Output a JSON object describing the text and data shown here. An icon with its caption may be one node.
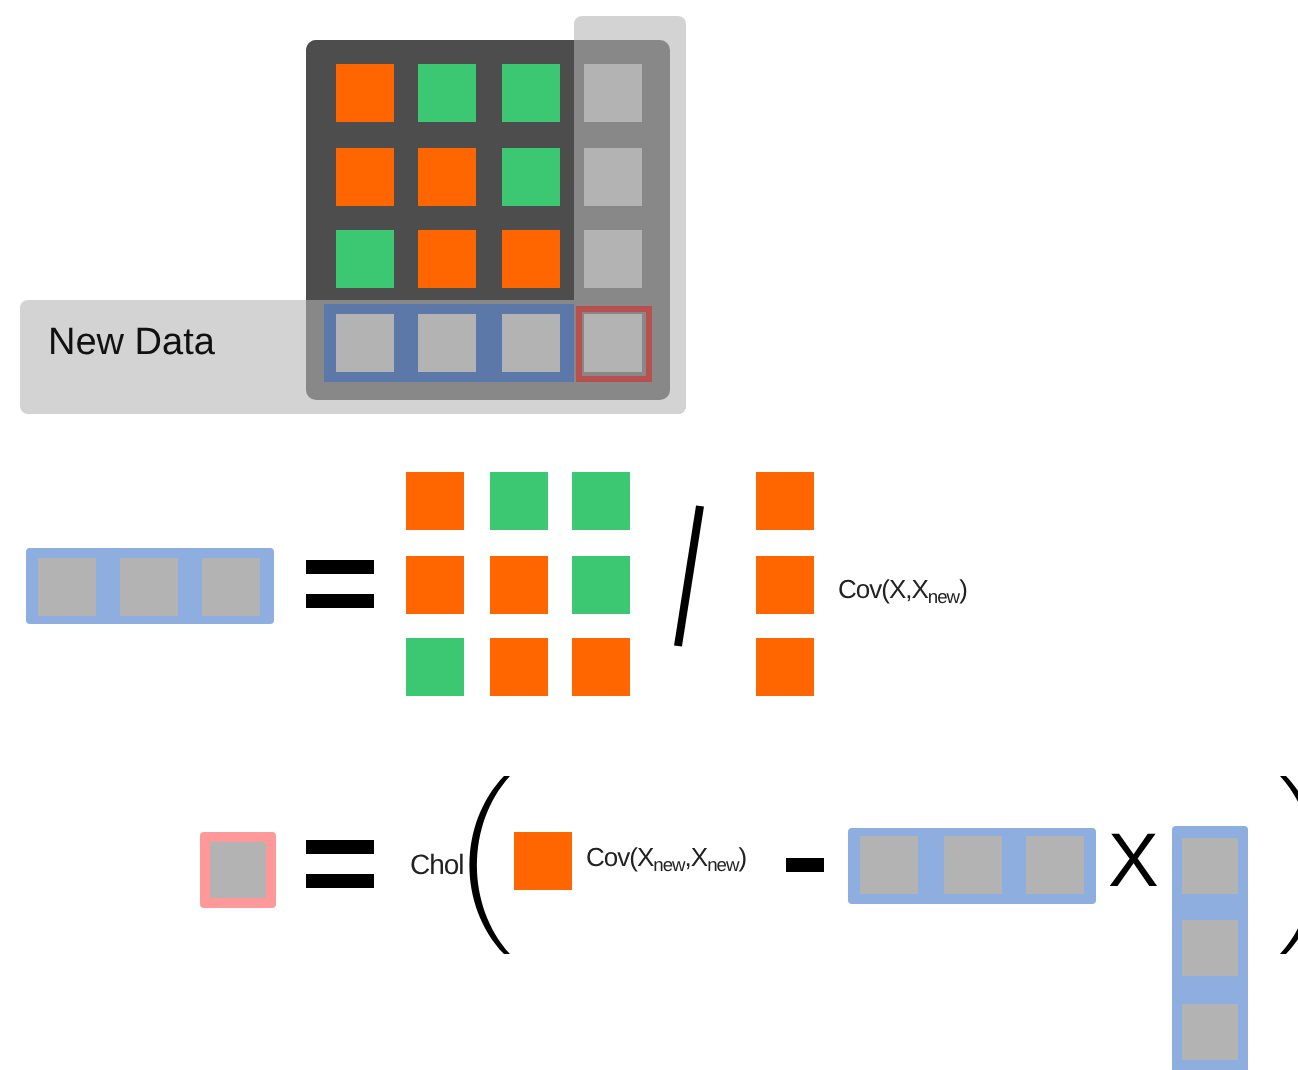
{
  "diagram": {
    "nodes": [
      {
        "text": [
          "New Data"
        ]
      }
    ],
    "labels": [
      "Cov(X,X$_{new}$)",
      "Chol",
      "Cov(X$_{new}$,X$_{new}$)",
      "X"
    ]
  }
}
